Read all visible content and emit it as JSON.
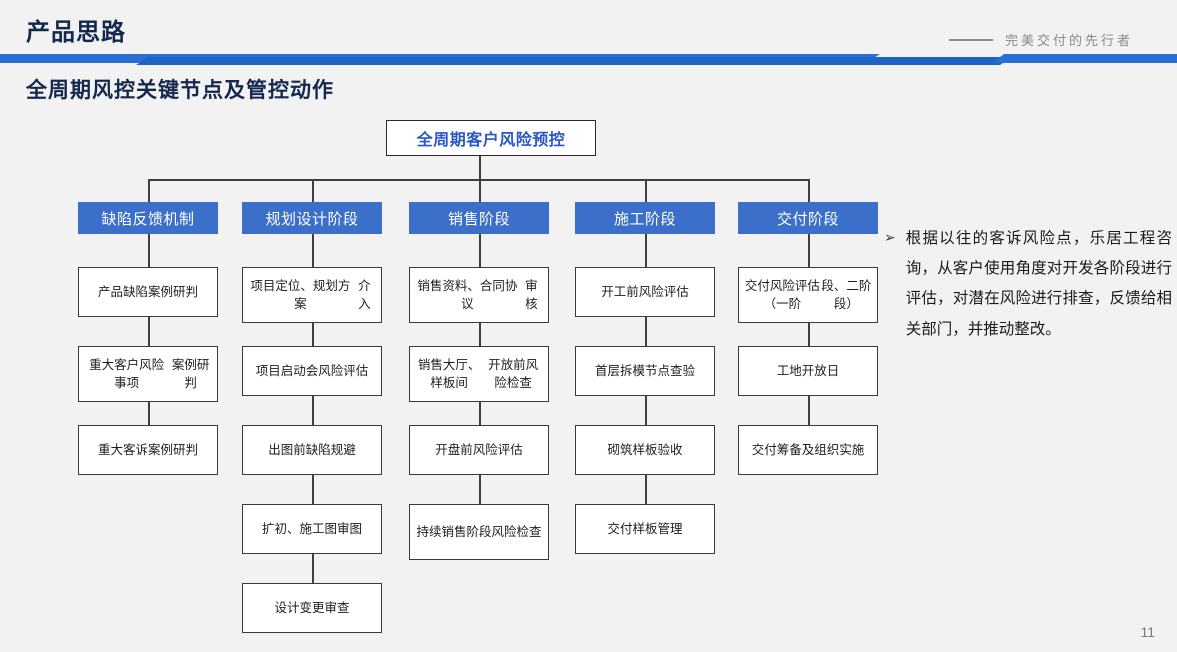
{
  "header": {
    "title": "产品思路",
    "tagline": "完美交付的先行者",
    "subtitle": "全周期风控关键节点及管控动作",
    "accent_color": "#2a6fd1",
    "accent_color_dark": "#1f63c4",
    "title_color": "#14274e"
  },
  "diagram": {
    "root": {
      "label": "全周期客户风险预控",
      "text_color": "#2a56c6"
    },
    "stage_header_color": "#3b6fc9",
    "columns": [
      {
        "header": "缺陷反馈机制",
        "nodes": [
          "产品缺陷案例研判",
          "重大客户风险事项\n案例研判",
          "重大客诉案例研判"
        ]
      },
      {
        "header": "规划设计阶段",
        "nodes": [
          "项目定位、规划方案\n介入",
          "项目启动会风险评估",
          "出图前缺陷规避",
          "扩初、施工图审图",
          "设计变更审查"
        ]
      },
      {
        "header": "销售阶段",
        "nodes": [
          "销售资料、合同协议\n审核",
          "销售大厅、样板间\n开放前风险检查",
          "开盘前风险评估",
          "持续销售阶段风险\n检查"
        ]
      },
      {
        "header": "施工阶段",
        "nodes": [
          "开工前风险评估",
          "首层拆模节点查验",
          "砌筑样板验收",
          "交付样板管理"
        ]
      },
      {
        "header": "交付阶段",
        "nodes": [
          "交付风险评估（一阶\n段、二阶段）",
          "工地开放日",
          "交付筹备及组织实施"
        ]
      }
    ]
  },
  "note": {
    "bullet": "➢",
    "text": "根据以往的客诉风险点，乐居工程咨询，从客户使用角度对开发各阶段进行评估，对潜在风险进行排查，反馈给相关部门，并推动整改。"
  },
  "footer": {
    "page_number": "11"
  }
}
